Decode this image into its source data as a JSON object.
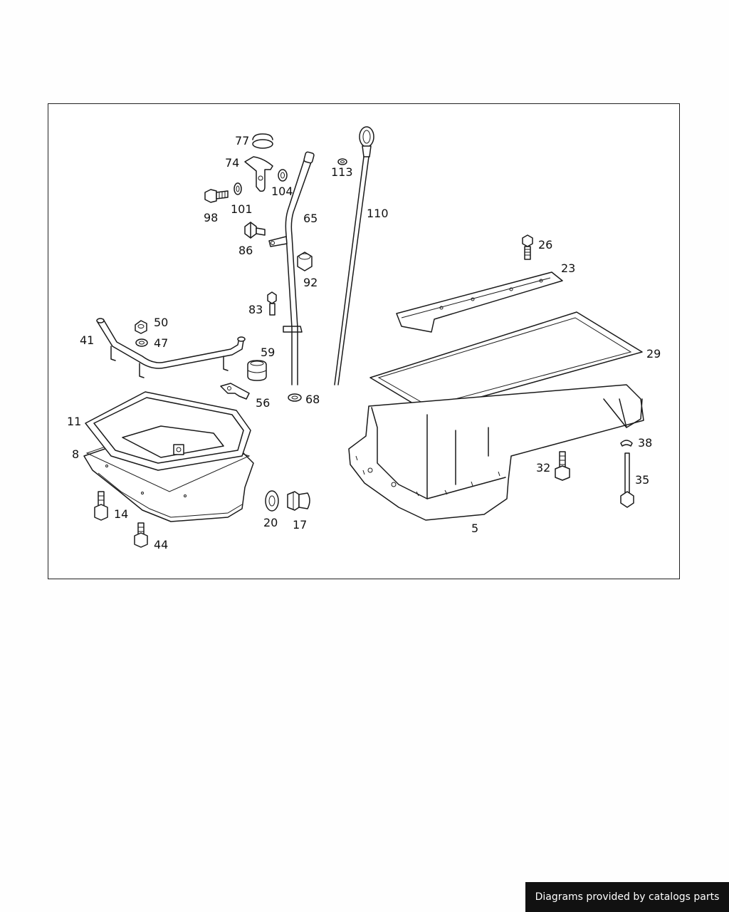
{
  "diagram": {
    "part_labels": {
      "p77": "77",
      "p74": "74",
      "p104": "104",
      "p101": "101",
      "p98": "98",
      "p65": "65",
      "p86": "86",
      "p92": "92",
      "p113": "113",
      "p110": "110",
      "p26": "26",
      "p23": "23",
      "p83": "83",
      "p50": "50",
      "p47": "47",
      "p41": "41",
      "p59": "59",
      "p29": "29",
      "p56": "56",
      "p68": "68",
      "p11": "11",
      "p8": "8",
      "p38": "38",
      "p32": "32",
      "p35": "35",
      "p14": "14",
      "p44": "44",
      "p20": "20",
      "p17": "17",
      "p5": "5"
    }
  },
  "footer": {
    "credit": "Diagrams provided by catalogs parts"
  }
}
